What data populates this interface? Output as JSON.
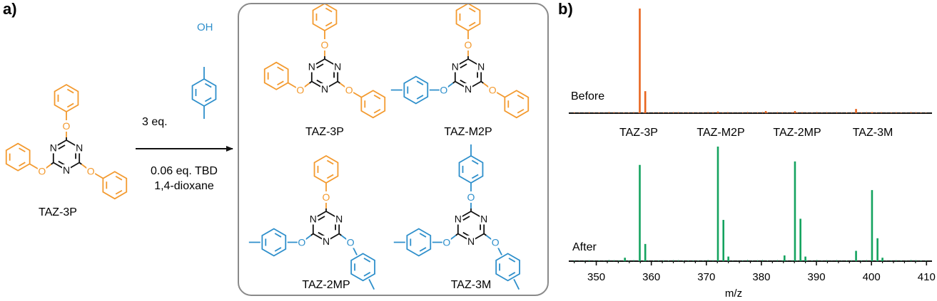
{
  "panel_labels": {
    "a": "a)",
    "b": "b)"
  },
  "colors": {
    "orange": "#F39A2F",
    "blue": "#2E8FCB",
    "black": "#111111",
    "spectrum_before": "#E8651F",
    "spectrum_after": "#14A35F",
    "box_border": "#8A8A8A"
  },
  "reactant": {
    "label": "TAZ-3P"
  },
  "reagent": {
    "equiv": "3 eq.",
    "oh": "OH",
    "conditions_line1": "0.06 eq. TBD",
    "conditions_line2": "1,4-dioxane"
  },
  "products": [
    {
      "label": "TAZ-3P"
    },
    {
      "label": "TAZ-M2P"
    },
    {
      "label": "TAZ-2MP"
    },
    {
      "label": "TAZ-3M"
    }
  ],
  "atoms": {
    "o": "O",
    "n": "N"
  },
  "chart_data": {
    "type": "line",
    "xlabel": "m/z",
    "xlim": [
      345,
      411
    ],
    "ticks": [
      350,
      360,
      370,
      380,
      390,
      400,
      410
    ],
    "peak_labels": [
      "TAZ-3P",
      "TAZ-M2P",
      "TAZ-2MP",
      "TAZ-3M"
    ],
    "series": [
      {
        "name": "Before",
        "peaks": [
          [
            357.9,
            100
          ],
          [
            358.9,
            21
          ],
          [
            372.1,
            1.5
          ],
          [
            380.8,
            2
          ],
          [
            386.1,
            2
          ],
          [
            397.2,
            4
          ],
          [
            400.1,
            1
          ]
        ]
      },
      {
        "name": "After",
        "peaks": [
          [
            355.2,
            3
          ],
          [
            357.9,
            84
          ],
          [
            358.9,
            15
          ],
          [
            372.1,
            100
          ],
          [
            373.1,
            36
          ],
          [
            374.0,
            4
          ],
          [
            384.2,
            5
          ],
          [
            386.1,
            87
          ],
          [
            387.1,
            37
          ],
          [
            388.0,
            4
          ],
          [
            397.2,
            9
          ],
          [
            400.1,
            62
          ],
          [
            401.1,
            20
          ],
          [
            402.0,
            3
          ]
        ]
      }
    ]
  }
}
